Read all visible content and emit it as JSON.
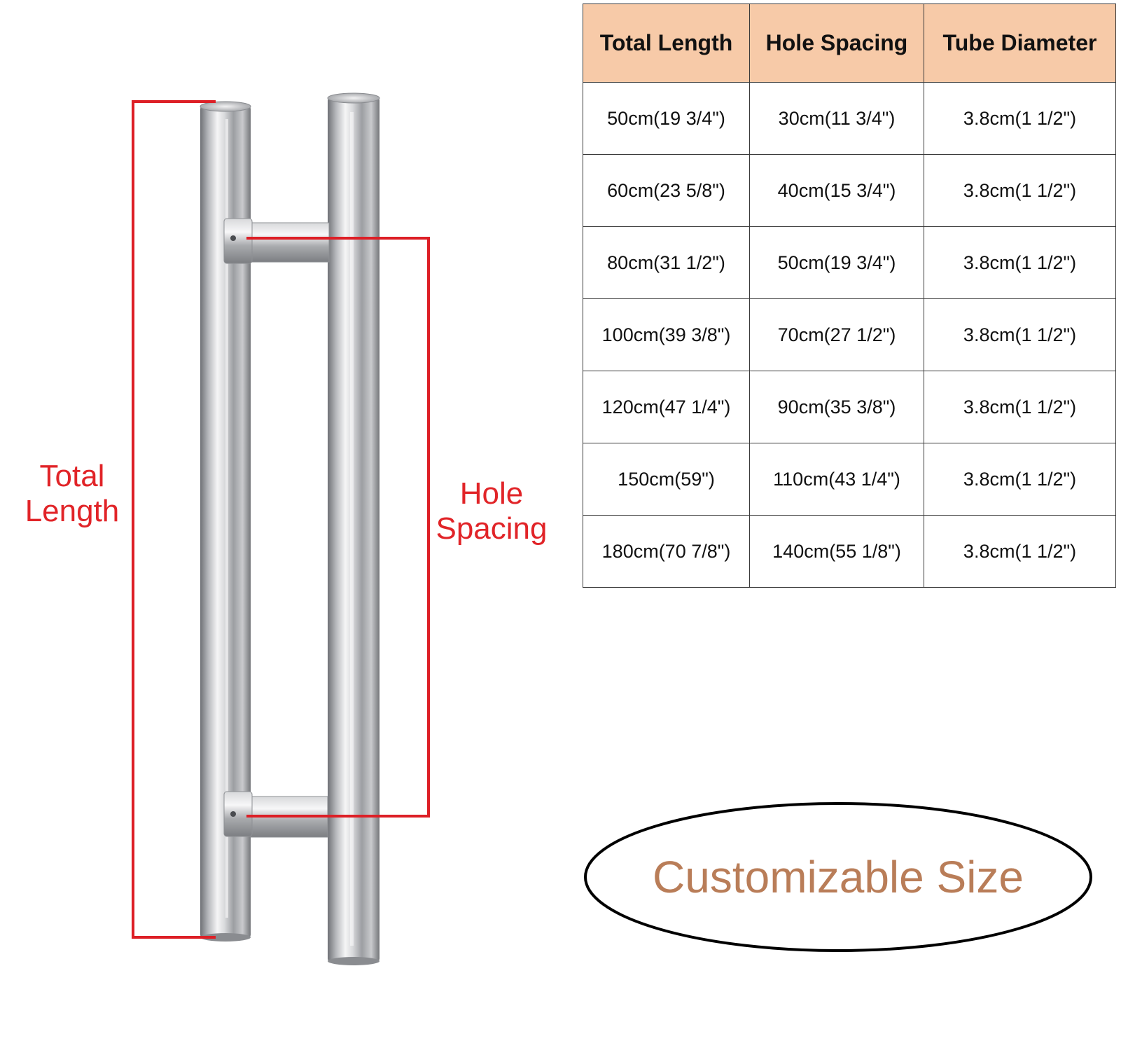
{
  "diagram": {
    "labels": {
      "total_length": [
        "Total",
        "Length"
      ],
      "hole_spacing": [
        "Hole",
        "Spacing"
      ]
    },
    "colors": {
      "dimension_line": "#dd1f26",
      "label_text": "#e12428",
      "steel_dark": "#7f8185",
      "steel_light": "#f3f3f3"
    }
  },
  "size_table": {
    "header_bg": "#f7caa8",
    "border_color": "#3a3a3a",
    "columns": [
      "Total Length",
      "Hole Spacing",
      "Tube Diameter"
    ],
    "rows": [
      [
        "50cm(19 3/4\")",
        "30cm(11 3/4\")",
        "3.8cm(1 1/2\")"
      ],
      [
        "60cm(23 5/8\")",
        "40cm(15 3/4\")",
        "3.8cm(1 1/2\")"
      ],
      [
        "80cm(31 1/2\")",
        "50cm(19 3/4\")",
        "3.8cm(1 1/2\")"
      ],
      [
        "100cm(39 3/8\")",
        "70cm(27 1/2\")",
        "3.8cm(1 1/2\")"
      ],
      [
        "120cm(47 1/4\")",
        "90cm(35 3/8\")",
        "3.8cm(1 1/2\")"
      ],
      [
        "150cm(59\")",
        "110cm(43 1/4\")",
        "3.8cm(1 1/2\")"
      ],
      [
        "180cm(70 7/8\")",
        "140cm(55 1/8\")",
        "3.8cm(1 1/2\")"
      ]
    ]
  },
  "callout": {
    "text": "Customizable Size",
    "text_color": "#b97d58",
    "outline_color": "#000000"
  }
}
